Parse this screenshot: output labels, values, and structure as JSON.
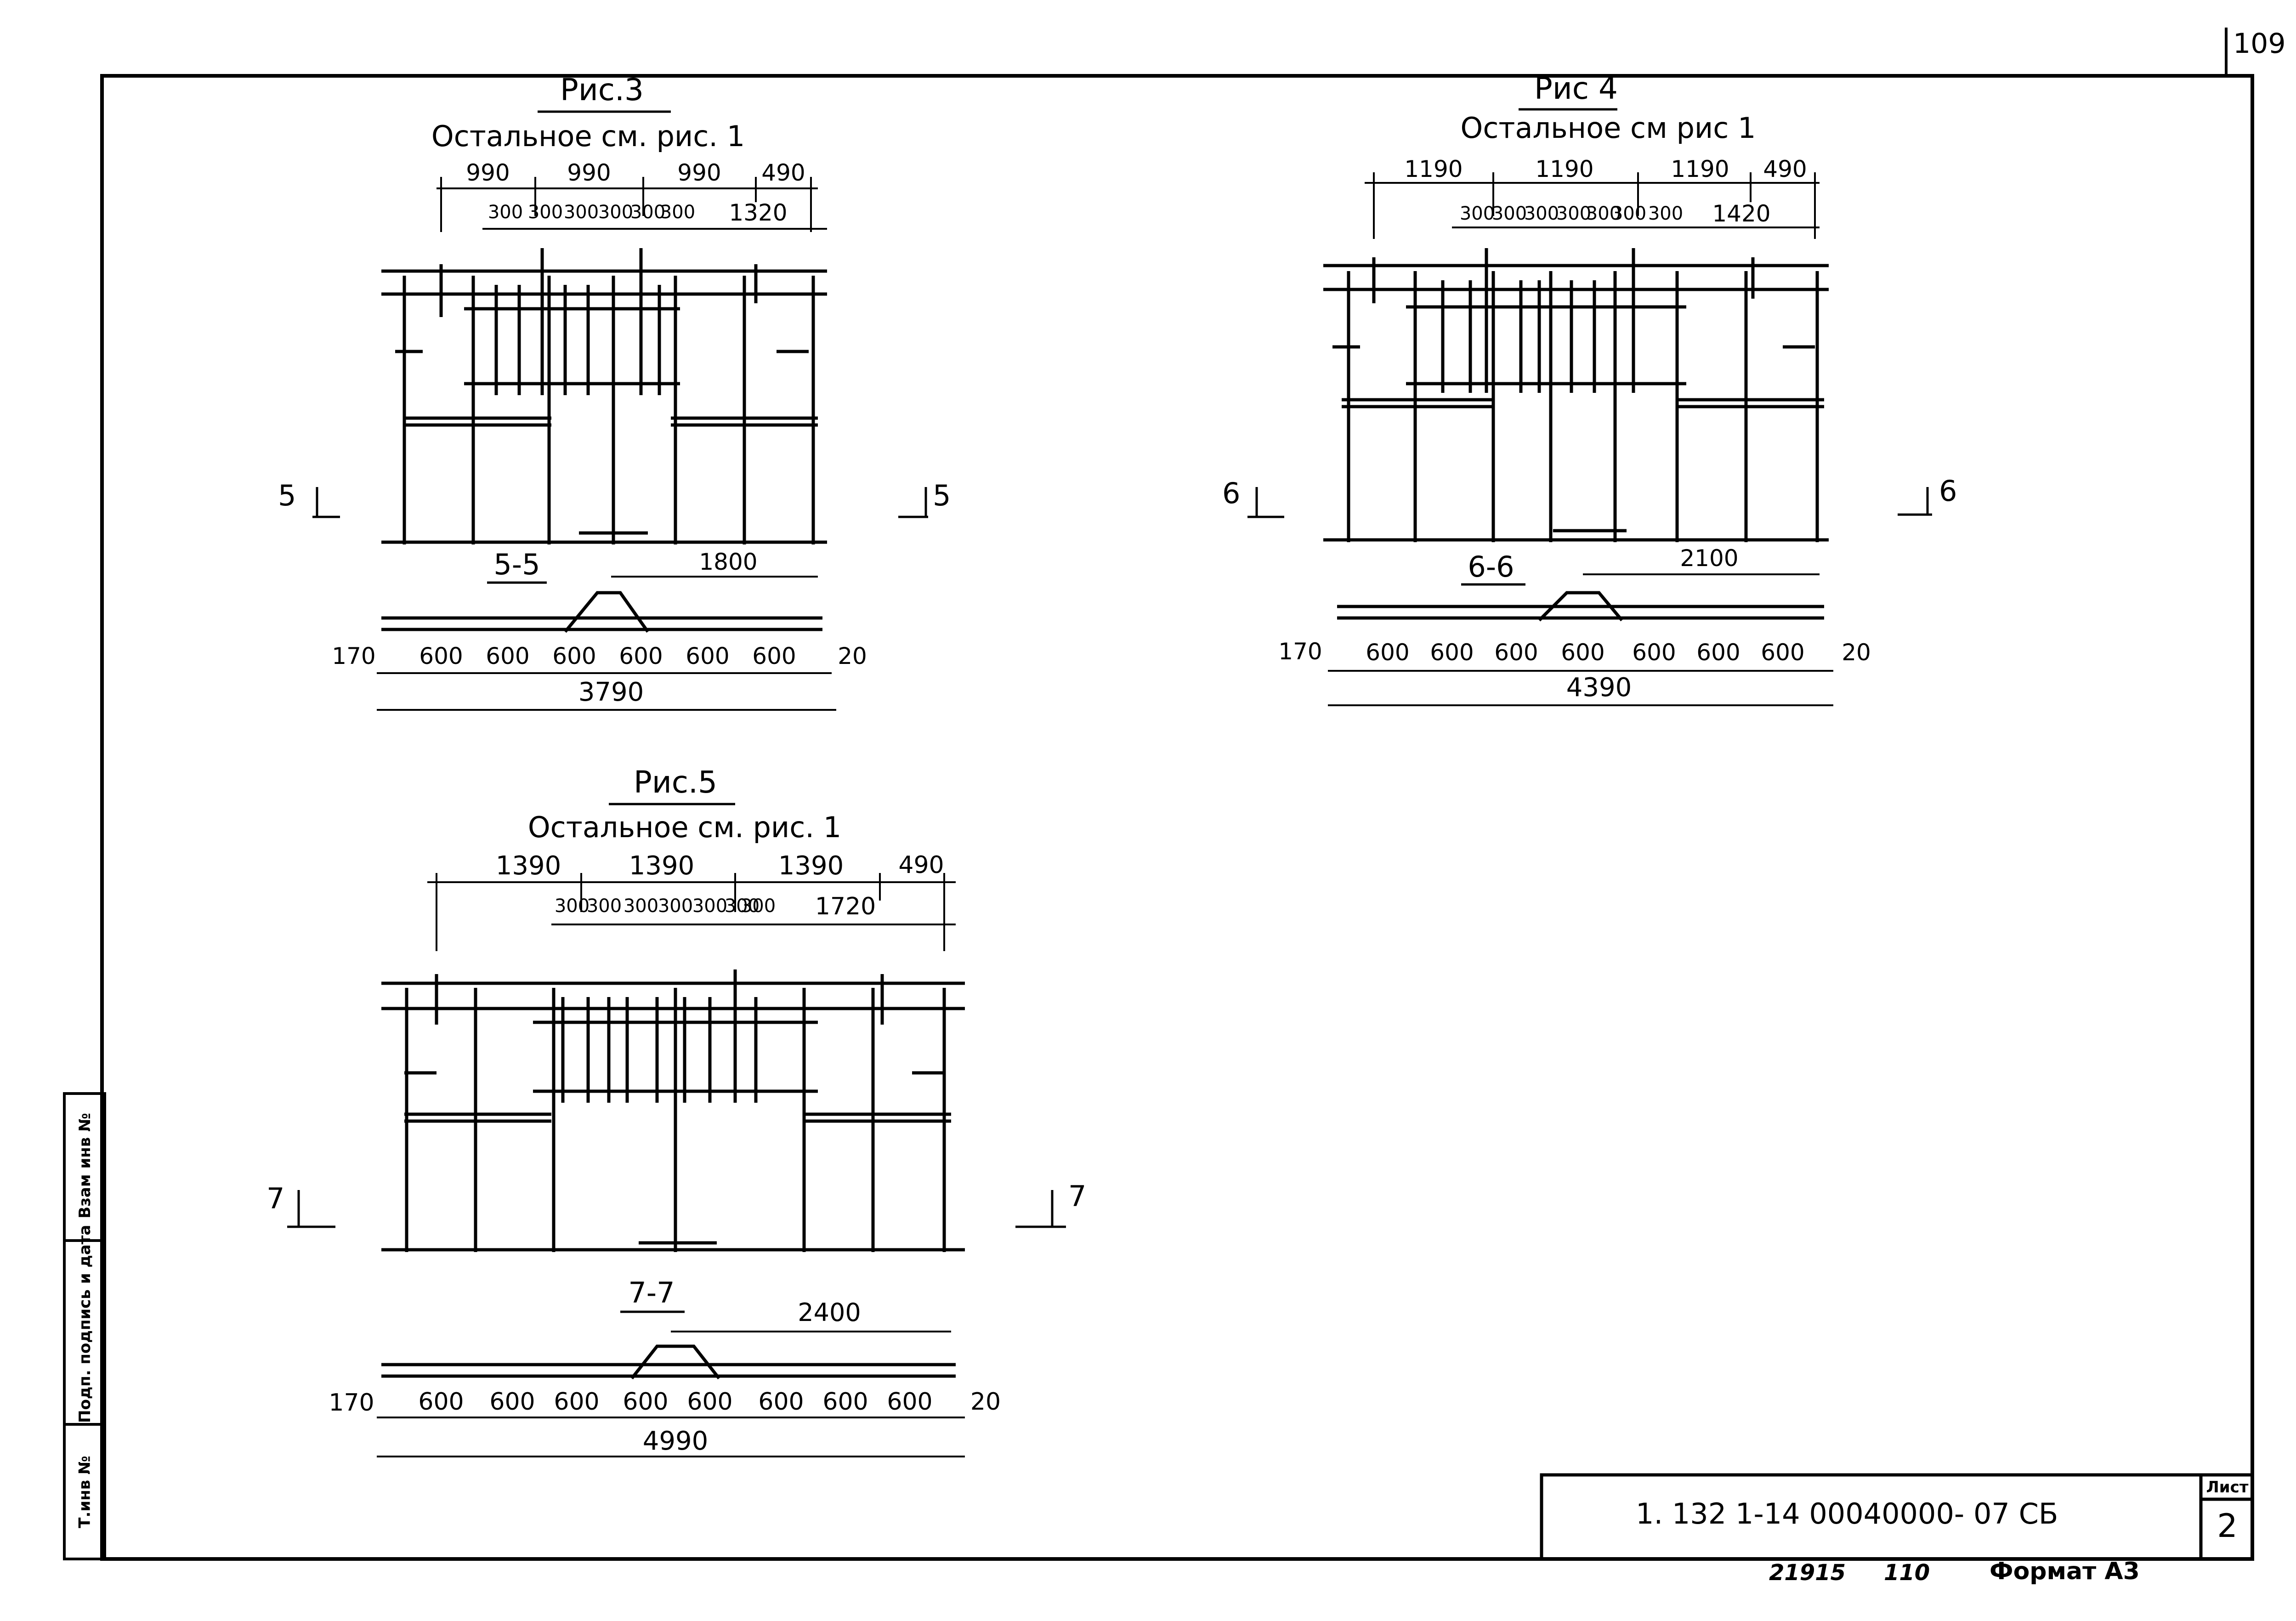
{
  "page_number": "109",
  "figures": [
    {
      "title": "Рис.3",
      "note": "Остальное см. рис. 1",
      "top_dims": [
        "990",
        "990",
        "990",
        "490"
      ],
      "sub_dims": [
        "300",
        "300",
        "300",
        "300",
        "300",
        "300",
        "1320"
      ],
      "cut_left": "5",
      "cut_right": "5",
      "section_label": "5-5",
      "section_dim": "1800",
      "bottom_dims": [
        "170",
        "600",
        "600",
        "600",
        "600",
        "600",
        "600",
        "20"
      ],
      "total": "3790"
    },
    {
      "title": "Рис 4",
      "note": "Остальное см рис 1",
      "top_dims": [
        "1190",
        "1190",
        "1190",
        "490"
      ],
      "sub_dims": [
        "300",
        "300",
        "300",
        "300",
        "300",
        "300",
        "300",
        "1420"
      ],
      "cut_left": "6",
      "cut_right": "6",
      "section_label": "6-6",
      "section_dim": "2100",
      "bottom_dims": [
        "170",
        "600",
        "600",
        "600",
        "600",
        "600",
        "600",
        "600",
        "20"
      ],
      "total": "4390"
    },
    {
      "title": "Рис.5",
      "note": "Остальное см. рис. 1",
      "top_dims": [
        "1390",
        "1390",
        "1390",
        "490"
      ],
      "sub_dims": [
        "300",
        "300",
        "300",
        "300",
        "300",
        "300",
        "300",
        "1720"
      ],
      "cut_left": "7",
      "cut_right": "7",
      "section_label": "7-7",
      "section_dim": "2400",
      "bottom_dims": [
        "170",
        "600",
        "600",
        "600",
        "600",
        "600",
        "600",
        "600",
        "600",
        "20"
      ],
      "total": "4990"
    }
  ],
  "side_stamp": {
    "inv_no": "Т.инв №",
    "sign_date": "Подп. подпись и дата",
    "vzam_inv": "Взам инв №"
  },
  "title_block": {
    "code": "1. 132 1-14   00040000- 07 СБ",
    "sheet_label": "Лист",
    "sheet_no": "2"
  },
  "footer": {
    "order_no": "21915",
    "copy_no": "110",
    "format": "Формат А3"
  }
}
